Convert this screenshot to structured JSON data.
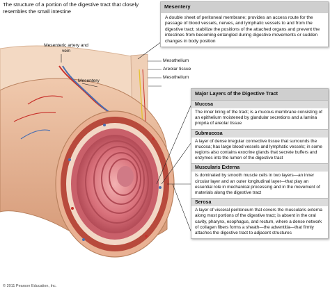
{
  "title": "The structure of a portion of the digestive tract that closely resembles the small intestine",
  "mesentery_callout": {
    "heading": "Mesentery",
    "body": "A double sheet of peritoneal membrane; provides an access route for the passage of blood vessels, nerves, and lymphatic vessels to and from the digestive tract; stabilize the positions of the attached organs and prevent the intestines from becoming entangled during digestive movements or sudden changes in body position"
  },
  "labels": {
    "mesenteric": "Mesenteric artery and vein",
    "mesentery": "Mesentery",
    "mesothelium_top": "Mesothelium",
    "areolar": "Areolar tissue",
    "mesothelium_bottom": "Mesothelium"
  },
  "layers_panel": {
    "title": "Major Layers of the Digestive Tract",
    "sections": [
      {
        "heading": "Mucosa",
        "body": "The inner lining of the tract; is a mucous membrane consisting of an epithelium moistened by glandular secretions and a lamina propria of areolar tissue"
      },
      {
        "heading": "Submucosa",
        "body": "A layer of dense irregular connective tissue that surrounds the mucosa; has large blood vessels and lymphatic vessels; in some regions also contains exocrine glands that secrete buffers and enzymes into the lumen of the digestive tract"
      },
      {
        "heading": "Muscularis Externa",
        "body": "Is dominated by smooth muscle cells in two layers—an inner circular layer and an outer longitudinal layer—that play an essential role in mechanical processing and in the movement of materials along the digestive tract"
      },
      {
        "heading": "Serosa",
        "body": "A layer of visceral peritoneum that covers the muscularis externa along most portions of the digestive tract; is absent in the oral cavity, pharynx, esophagus, and rectum, where a dense network of collagen fibers forms a sheath—the adventitia—that firmly attaches the digestive tract to adjacent structures"
      }
    ]
  },
  "copyright": "© 2011 Pearson Education, Inc.",
  "colors": {
    "panel_header": "#cfcfcf",
    "section_header": "#dcdcdc",
    "tissue": "#e6b99a",
    "mucosa": "#c9606a",
    "muscle": "#b84a3c",
    "vessel_red": "#c8322c",
    "vessel_blue": "#4a6fb0",
    "nerve": "#e5c232"
  }
}
